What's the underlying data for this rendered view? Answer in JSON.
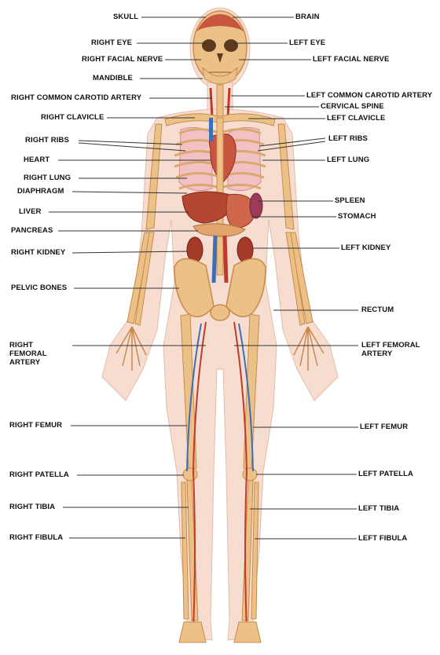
{
  "labels": {
    "skull": "SKULL",
    "brain": "BRAIN",
    "right_eye": "RIGHT EYE",
    "left_eye": "LEFT EYE",
    "right_facial_nerve": "RIGHT FACIAL NERVE",
    "left_facial_nerve": "LEFT FACIAL NERVE",
    "mandible": "MANDIBLE",
    "right_common_carotid_artery": "RIGHT COMMON CAROTID ARTERY",
    "left_common_carotid_artery": "LEFT COMMON CAROTID ARTERY",
    "cervical_spine": "CERVICAL SPINE",
    "right_clavicle": "RIGHT CLAVICLE",
    "left_clavicle": "LEFT CLAVICLE",
    "right_ribs": "RIGHT RIBS",
    "left_ribs": "LEFT RIBS",
    "heart": "HEART",
    "left_lung": "LEFT LUNG",
    "right_lung": "RIGHT LUNG",
    "diaphragm": "DIAPHRAGM",
    "spleen": "SPLEEN",
    "liver": "LIVER",
    "stomach": "STOMACH",
    "pancreas": "PANCREAS",
    "right_kidney": "RIGHT KIDNEY",
    "left_kidney": "LEFT KIDNEY",
    "pelvic_bones": "PELVIC BONES",
    "rectum": "RECTUM",
    "right_femoral_artery": "RIGHT FEMORAL ARTERY",
    "left_femoral_artery": "LEFT FEMORAL ARTERY",
    "right_femur": "RIGHT FEMUR",
    "left_femur": "LEFT FEMUR",
    "right_patella": "RIGHT PATELLA",
    "left_patella": "LEFT PATELLA",
    "right_tibia": "RIGHT TIBIA",
    "left_tibia": "LEFT TIBIA",
    "right_fibula": "RIGHT FIBULA",
    "left_fibula": "LEFT FIBULA"
  },
  "colors": {
    "skin": "#f7ddd0",
    "bone": "#ecc188",
    "bone_shadow": "#c98a4b",
    "organ": "#c8553d",
    "organ_dark": "#a33a2a",
    "artery": "#c0392b",
    "vein": "#3b6fb6",
    "lung": "#ee9aa0",
    "leader": "#333333"
  }
}
